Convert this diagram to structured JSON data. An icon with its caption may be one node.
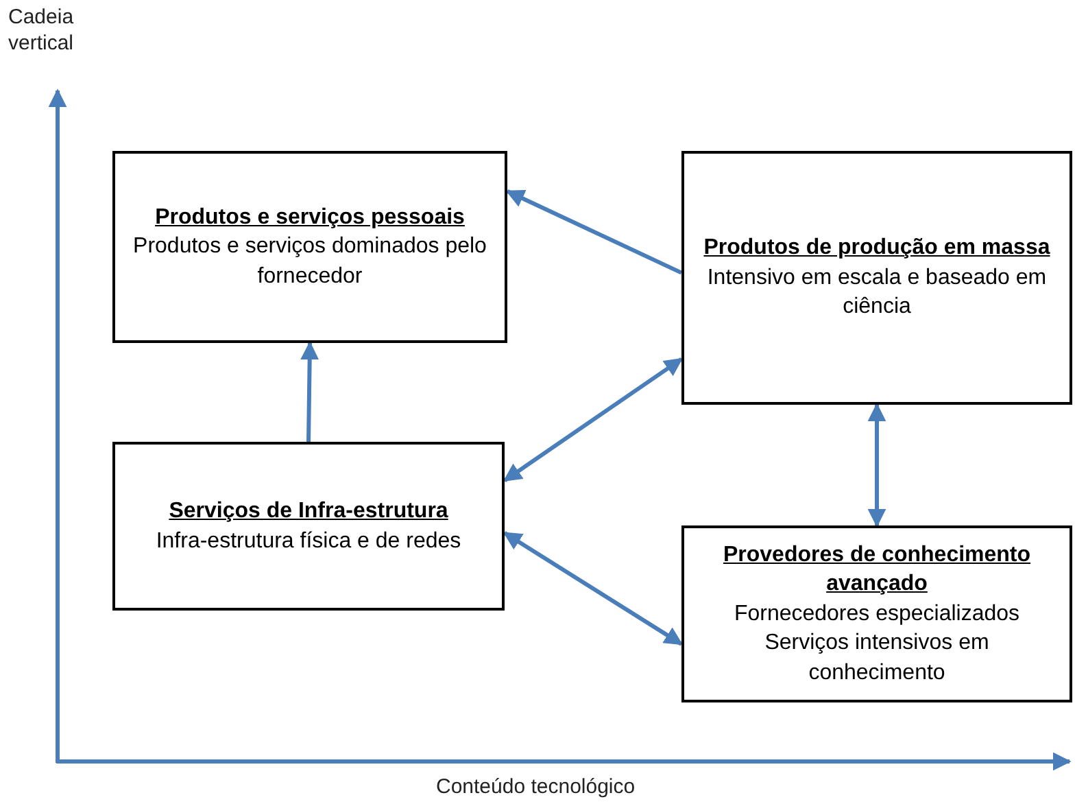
{
  "diagram": {
    "nodes": [
      {
        "text": [
          "Produtos e serviços pessoais",
          "Produtos e serviços dominados pelo fornecedor"
        ]
      },
      {
        "text": [
          "Produtos de produção em massa",
          "Intensivo em escala e baseado em ciência"
        ]
      },
      {
        "text": [
          "Serviços de Infra-estrutura",
          "Infra-estrutura física e de redes"
        ]
      },
      {
        "text": [
          "Provedores de conhecimento avançado",
          "Fornecedores especializados Serviços intensivos em conhecimento"
        ]
      }
    ],
    "edges": [
      {
        "from": 1,
        "to": 0,
        "arrow": "to"
      },
      {
        "from": 2,
        "to": 0,
        "arrow": "to"
      },
      {
        "from": 2,
        "to": 1,
        "arrow": "both"
      },
      {
        "from": 1,
        "to": 3,
        "arrow": "both"
      },
      {
        "from": 2,
        "to": 3,
        "arrow": "both"
      }
    ],
    "labels": [
      "Cadeia vertical",
      "Conteúdo tecnológico"
    ]
  }
}
